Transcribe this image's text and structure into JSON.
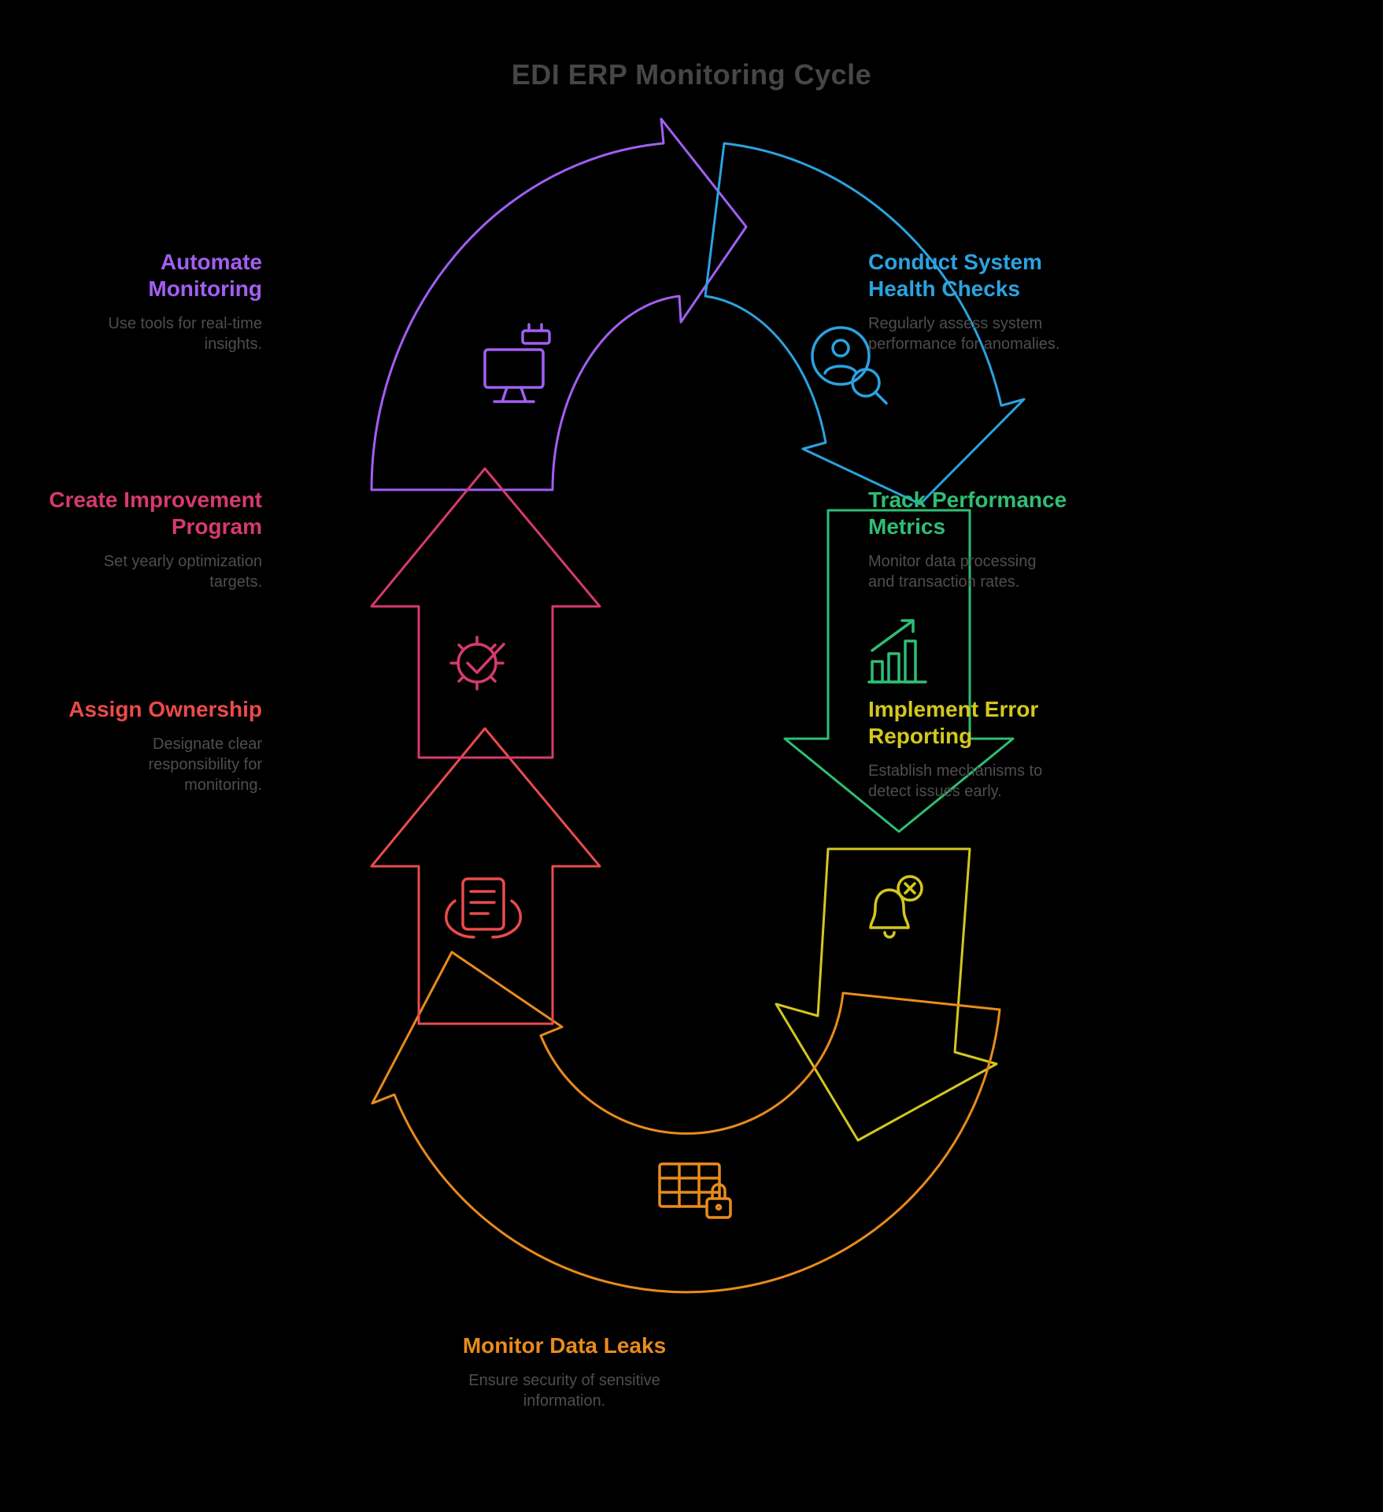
{
  "title": "EDI ERP Monitoring Cycle",
  "background": "#000000",
  "title_color": "#464646",
  "body_text_color": "#4e4e4e",
  "steps": [
    {
      "id": "automate-monitoring",
      "title": "Automate\nMonitoring",
      "body": "Use tools for real-time\ninsights.",
      "color": "#a25ff2",
      "icon": "monitor-icon"
    },
    {
      "id": "conduct-system-health-checks",
      "title": "Conduct System\nHealth Checks",
      "body": "Regularly assess system\nperformance for anomalies.",
      "color": "#2aa3e0",
      "icon": "user-search-icon"
    },
    {
      "id": "track-performance-metrics",
      "title": "Track Performance\nMetrics",
      "body": "Monitor data processing\nand transaction rates.",
      "color": "#2fbe74",
      "icon": "chart-growth-icon"
    },
    {
      "id": "implement-error-reporting",
      "title": "Implement Error\nReporting",
      "body": "Establish mechanisms to\ndetect issues early.",
      "color": "#d3c81e",
      "icon": "bell-error-icon"
    },
    {
      "id": "monitor-data-leaks",
      "title": "Monitor Data Leaks",
      "body": "Ensure security of sensitive\ninformation.",
      "color": "#e98b1c",
      "icon": "database-lock-icon"
    },
    {
      "id": "assign-ownership",
      "title": "Assign Ownership",
      "body": "Designate clear\nresponsibility for\nmonitoring.",
      "color": "#ea4b4b",
      "icon": "hands-checklist-icon"
    },
    {
      "id": "create-improvement-program",
      "title": "Create Improvement\nProgram",
      "body": "Set yearly optimization\ntargets.",
      "color": "#d63a6e",
      "icon": "gear-check-icon"
    }
  ]
}
